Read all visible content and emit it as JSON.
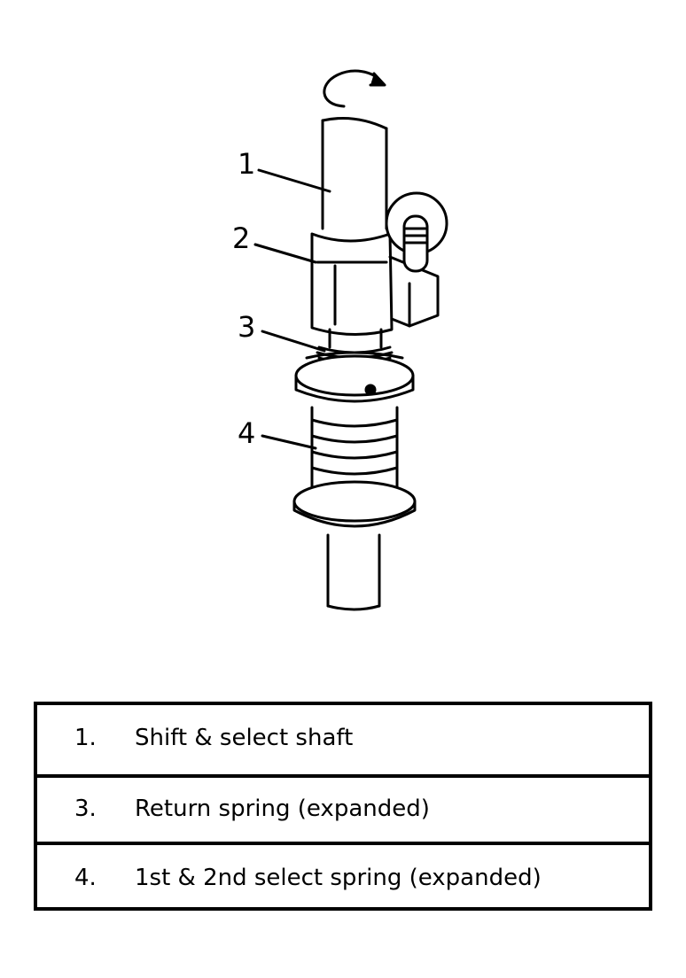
{
  "diagram": {
    "callouts": [
      "1",
      "2",
      "3",
      "4"
    ]
  },
  "legend": {
    "rows": [
      {
        "num": "1.",
        "text": "Shift & select shaft"
      },
      {
        "num": "3.",
        "text": "Return spring (expanded)"
      },
      {
        "num": "4.",
        "text": "1st & 2nd select spring (expanded)"
      }
    ]
  },
  "colors": {
    "line": "#000000",
    "background": "#ffffff"
  }
}
